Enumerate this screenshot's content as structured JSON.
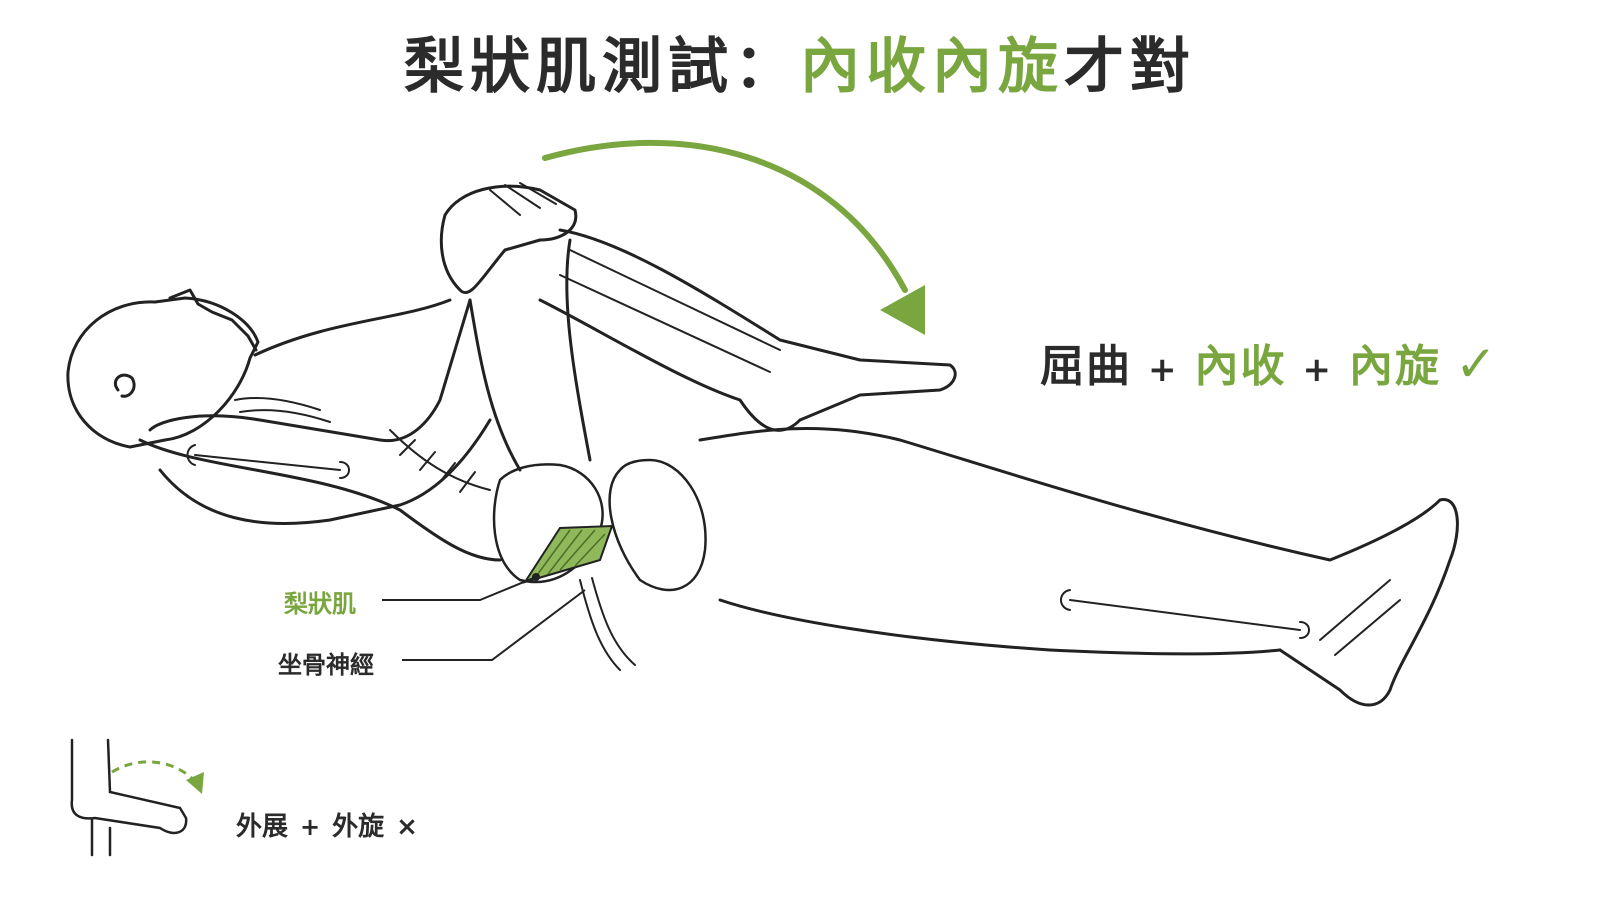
{
  "title": {
    "part1": "梨狀肌測試：",
    "part2": "內收內旋",
    "part3": "才對"
  },
  "correct_formula": {
    "term1": "屈曲",
    "op1": "+",
    "term2": "內收",
    "op2": "+",
    "term3": "內旋",
    "mark": "✓"
  },
  "labels": {
    "piriformis": "梨狀肌",
    "sciatic_nerve": "坐骨神經"
  },
  "wrong_formula": {
    "term1": "外展",
    "op1": "+",
    "term2": "外旋",
    "mark": "×"
  },
  "colors": {
    "accent_green": "#7aa640",
    "text_dark": "#2b2b2b",
    "line": "#222222"
  },
  "icons": [
    "curved-arrow-icon",
    "check-icon",
    "cross-icon",
    "dashed-arrow-icon"
  ]
}
